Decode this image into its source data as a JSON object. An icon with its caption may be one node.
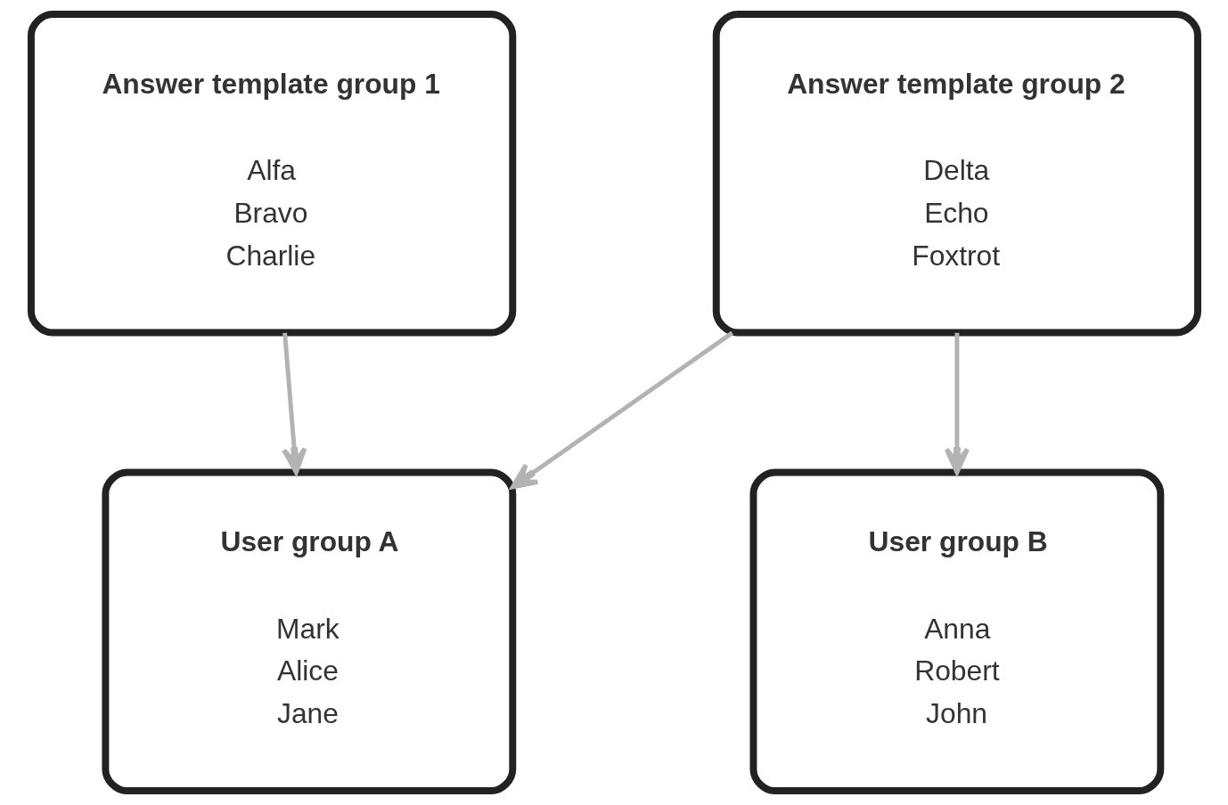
{
  "diagram": {
    "nodes": [
      {
        "text": [
          "Answer template group 1",
          "Alfa",
          "Bravo",
          "Charlie"
        ]
      },
      {
        "text": [
          "Answer template group 2",
          "Delta",
          "Echo",
          "Foxtrot"
        ]
      },
      {
        "text": [
          "User group A",
          "Mark",
          "Alice",
          "Jane"
        ]
      },
      {
        "text": [
          "User group B",
          "Anna",
          "Robert",
          "John"
        ]
      }
    ],
    "edges": [
      {
        "from": 0,
        "to": 2,
        "arrow": "to"
      },
      {
        "from": 1,
        "to": 2,
        "arrow": "to"
      },
      {
        "from": 1,
        "to": 3,
        "arrow": "to"
      }
    ]
  }
}
